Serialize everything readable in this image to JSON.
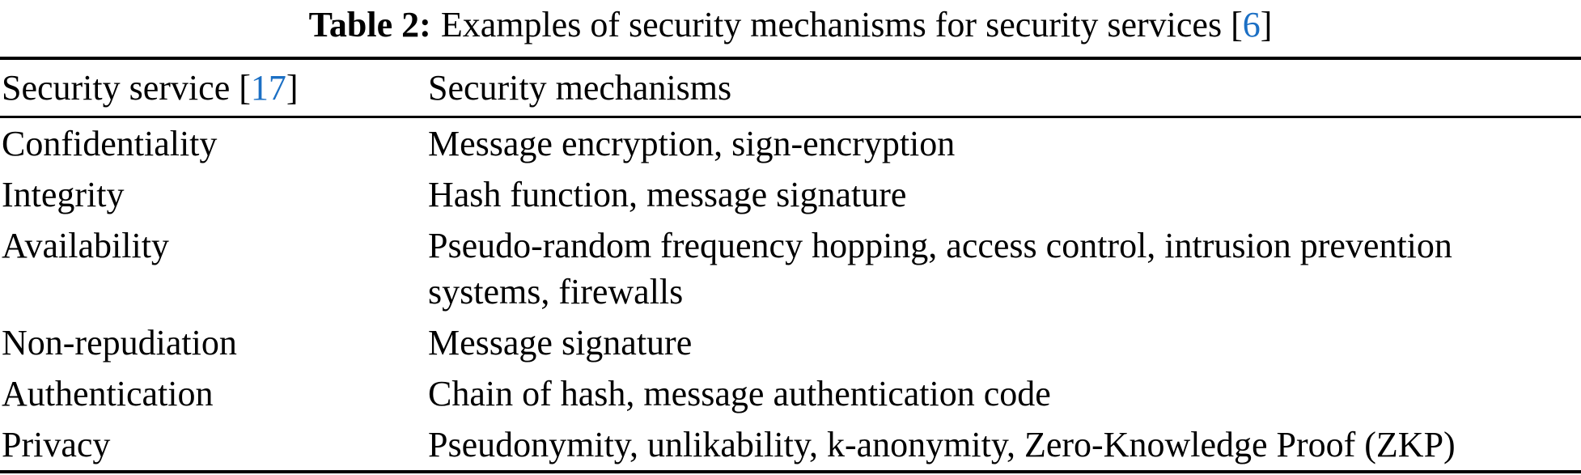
{
  "caption": {
    "label": "Table 2:",
    "text": "Examples of security mechanisms for security services ",
    "bracket_open": "[",
    "citation": "6",
    "bracket_close": "]"
  },
  "table": {
    "header": {
      "col1_text": "Security service ",
      "bracket_open": "[",
      "col1_citation": "17",
      "bracket_close": "]",
      "col2_text": "Security mechanisms"
    },
    "rows": [
      {
        "service": "Confidentiality",
        "mechanisms": "Message encryption, sign-encryption"
      },
      {
        "service": "Integrity",
        "mechanisms": "Hash function, message signature"
      },
      {
        "service": "Availability",
        "mechanisms": "Pseudo-random frequency hopping, access control, intrusion prevention systems, firewalls"
      },
      {
        "service": "Non-repudiation",
        "mechanisms": "Message signature"
      },
      {
        "service": "Authentication",
        "mechanisms": "Chain of hash, message authentication code"
      },
      {
        "service": "Privacy",
        "mechanisms": "Pseudonymity, unlikability, k-anonymity, Zero-Knowledge Proof (ZKP)"
      }
    ]
  },
  "colors": {
    "text": "#000000",
    "citation_blue": "#1b6fc4",
    "rule": "#000000",
    "background": "#ffffff"
  }
}
